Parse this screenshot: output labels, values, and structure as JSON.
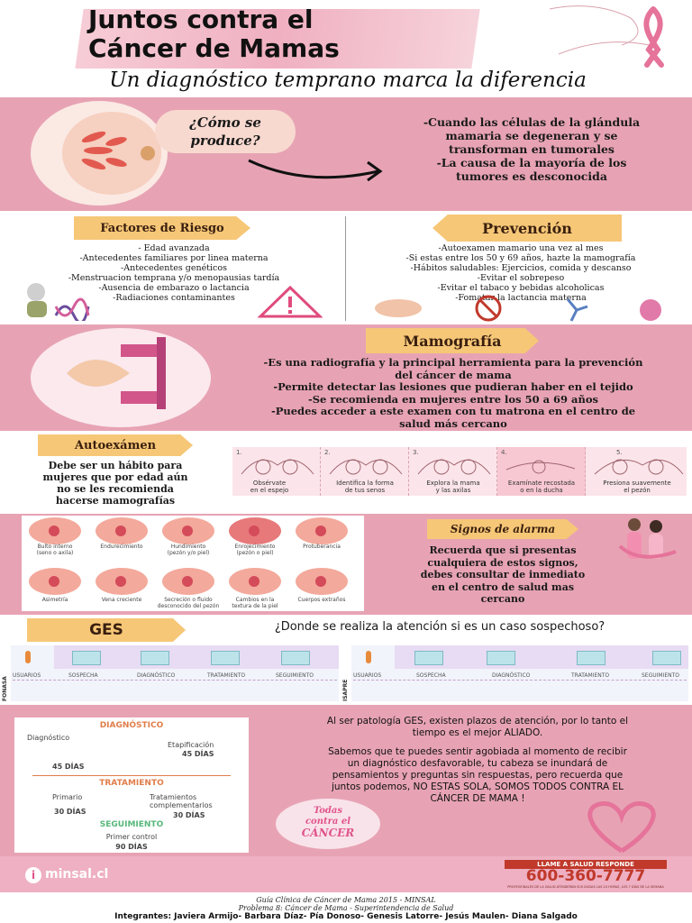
{
  "header": {
    "title_line1": "Juntos contra el",
    "title_line2": "Cáncer de Mamas",
    "subtitle": "Un diagnóstico temprano marca la diferencia"
  },
  "produce": {
    "question_line1": "¿Cómo se",
    "question_line2": "produce?",
    "line1": "-Cuando las células de la glándula",
    "line2": "mamaria se degeneran y se",
    "line3": "transforman en tumorales",
    "line4": "-La causa de la mayoría de los",
    "line5": "tumores es desconocida"
  },
  "riesgo": {
    "title": "Factores de Riesgo",
    "items": [
      "- Edad avanzada",
      "-Antecedentes familiares por linea materna",
      "-Antecedentes genéticos",
      "-Menstruacion temprana y/o menopausias tardía",
      "-Ausencia de embarazo o lactancia",
      "-Radiaciones contaminantes"
    ]
  },
  "prevencion": {
    "title": "Prevención",
    "items": [
      "-Autoexamen mamario una vez al mes",
      "-Si estas entre los 50 y 69 años, hazte la mamografía",
      "-Hábitos saludables: Ejercicios, comida y descanso",
      "-Evitar el sobrepeso",
      "-Evitar el tabaco y bebidas alcoholicas",
      "-Fomatar la lactancia materna"
    ]
  },
  "mamografia": {
    "title": "Mamografía",
    "lines": [
      "-Es una radiografía y la principal herramienta para la prevención",
      "del cáncer de mama",
      "-Permite detectar las lesiones que pudieran haber en el tejido",
      "-Se recomienda en mujeres entre los 50 a 69 años",
      "-Puedes acceder a este examen con tu matrona en el centro de",
      "salud más cercano"
    ]
  },
  "autoexamen": {
    "title": "Autoexámen",
    "lines": [
      "Debe ser un hábito para",
      "mujeres que por edad aún",
      "no se les recomienda",
      "hacerse mamografías"
    ],
    "steps": [
      {
        "num": "1.",
        "cap1": "Obsérvate",
        "cap2": "en el espejo"
      },
      {
        "num": "2.",
        "cap1": "Identifica la forma",
        "cap2": "de tus senos"
      },
      {
        "num": "3.",
        "cap1": "Explora la mama",
        "cap2": "y las axilas"
      },
      {
        "num": "4.",
        "cap1": "Examínate recostada",
        "cap2": "o en la ducha"
      },
      {
        "num": "5.",
        "cap1": "Presiona suavemente",
        "cap2": "el pezón"
      }
    ]
  },
  "signos": {
    "title": "Signos de alarma",
    "lines": [
      "Recuerda que  si presentas",
      "cualquiera de estos signos,",
      "debes consultar de inmediato",
      "en el centro de salud mas",
      "cercano"
    ],
    "items": [
      {
        "cap1": "Bulto interno",
        "cap2": "(seno o axila)"
      },
      {
        "cap1": "Endurecimiento",
        "cap2": ""
      },
      {
        "cap1": "Hundimiento",
        "cap2": "(pezón y/o piel)"
      },
      {
        "cap1": "Enrojecimiento",
        "cap2": "(pezón o piel)"
      },
      {
        "cap1": "Protuberancia",
        "cap2": ""
      },
      {
        "cap1": "Asimetría",
        "cap2": ""
      },
      {
        "cap1": "Vena creciente",
        "cap2": ""
      },
      {
        "cap1": "Secreción o fluido",
        "cap2": "desconocido del pezón"
      },
      {
        "cap1": "Cambios en la",
        "cap2": "textura de la piel"
      },
      {
        "cap1": "Cuerpos extraños",
        "cap2": ""
      }
    ]
  },
  "ges": {
    "title": "GES",
    "question": "¿Donde se realiza la atención si es un caso sospechoso?",
    "fonasa": "FONASA",
    "isapre": "ISAPRE",
    "flow_labels": [
      "USUARIOS",
      "SOSPECHA",
      "DIAGNÓSTICO",
      "TRATAMIENTO",
      "SEGUIMIENTO"
    ]
  },
  "plazos": {
    "diagnostico_title": "DIAGNÓSTICO",
    "diag1": "Diagnóstico",
    "diag1_days": "45 DÍAS",
    "diag2": "Etapificación",
    "diag2_days": "45 DÍAS",
    "tratamiento_title": "TRATAMIENTO",
    "trat1": "Primario",
    "trat1_days": "30 DÍAS",
    "trat2": "Tratamientos complementarios",
    "trat2_days": "30 DÍAS",
    "seguimiento_title": "SEGUIMIENTO",
    "seg1": "Primer control",
    "seg1_days": "90 DÍAS"
  },
  "mensaje": {
    "p1_line1": "Al ser patología GES, existen plazos de atención, por lo tanto el",
    "p1_line2": "tiempo es el mejor ALIADO.",
    "p2_lines": [
      "Sabemos que te puedes sentir agobiada al momento de recibir",
      "un diagnóstico desfavorable, tu cabeza se inundará de",
      "pensamientos y preguntas sin respuestas, pero recuerda que",
      "juntos podemos, NO ESTAS SOLA, SOMOS TODOS CONTRA EL",
      "CÁNCER DE MAMA !"
    ],
    "badge_line1": "Todas",
    "badge_line2": "contra el",
    "badge_line3": "CÁNCER"
  },
  "footer": {
    "minsal": "minsal.cl",
    "salud_responde": "LLAME A SALUD RESPONDE",
    "phone": "600-360-7777",
    "phone_sub": "PROFESIONALES DE LA SALUD ATENDERÁN SUS DUDAS LAS 24 HORAS, LOS 7 DÍAS DE LA SEMANA",
    "ref1": "Guía Clínica de Cáncer de Mama 2015 - MINSAL",
    "ref2": "Problema 8: Cáncer de Mama - Superintendencia de Salud",
    "integrantes": "Integrantes: Javiera Armijo- Barbara Díaz- Pía Donoso- Genesis Latorre- Jesús Maulen- Diana Salgado"
  },
  "colors": {
    "band_pink": "#e7a3b4",
    "tag_yellow": "#f6c777",
    "ribbon": "#e5739a"
  }
}
